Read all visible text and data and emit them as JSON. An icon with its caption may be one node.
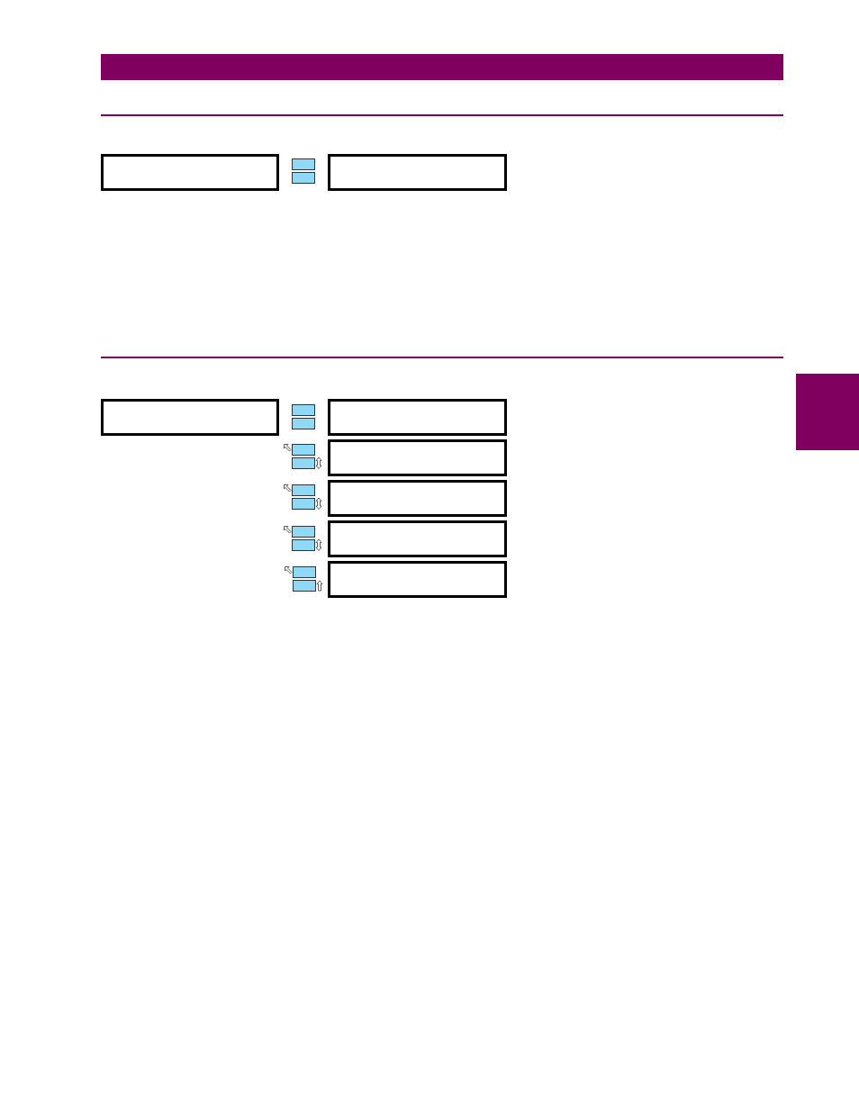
{
  "diagram": {
    "nodes": [
      {
        "text": [],
        "shape": "box"
      },
      {
        "text": [],
        "shape": "box"
      },
      {
        "text": [],
        "shape": "box"
      },
      {
        "text": [],
        "shape": "box"
      },
      {
        "text": [],
        "shape": "box"
      },
      {
        "text": [],
        "shape": "box"
      },
      {
        "text": [],
        "shape": "box"
      },
      {
        "text": [],
        "shape": "box"
      },
      {
        "text": [],
        "shape": "bar"
      }
    ]
  }
}
